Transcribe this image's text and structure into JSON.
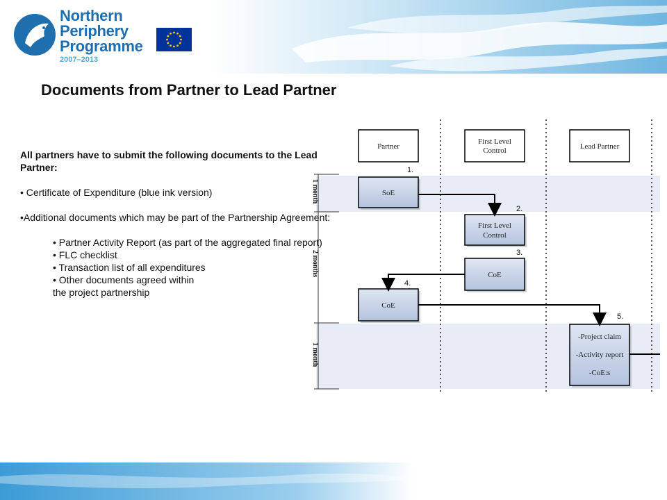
{
  "header": {
    "logo": {
      "line1": "Northern",
      "line2": "Periphery",
      "line3": "Programme",
      "years": "2007–2013"
    },
    "eu_flag": "eu-flag-icon",
    "colors": {
      "brand_blue": "#1f6fae",
      "light_blue": "#5aa6d6",
      "eu_blue": "#003399",
      "eu_yellow": "#ffcc00"
    }
  },
  "title": "Documents from Partner to Lead Partner",
  "body": {
    "intro": "All partners have to submit the following documents to the Lead Partner:",
    "bullet1": "• Certificate of Expenditure (blue ink version)",
    "bullet2": "•Additional documents which may be part of the Partnership Agreement:",
    "sub_items": [
      "• Partner Activity Report (as part of the aggregated final report)",
      "• FLC checklist",
      "• Transaction list of all expenditures",
      "• Other documents agreed within",
      "the project partnership"
    ]
  },
  "diagram": {
    "columns": [
      "Partner",
      "First Level Control",
      "Lead Partner"
    ],
    "phases": [
      "1 month",
      "2 months",
      "1 month"
    ],
    "boxes": {
      "soe": "SoE",
      "flc": "First Level Control",
      "coe_flc": "CoE",
      "coe_partner": "CoE",
      "lead_lines": [
        "-Project claim",
        "-Activity report",
        "-CoE:s"
      ]
    },
    "steps": [
      "1.",
      "2.",
      "3.",
      "4.",
      "5."
    ]
  }
}
